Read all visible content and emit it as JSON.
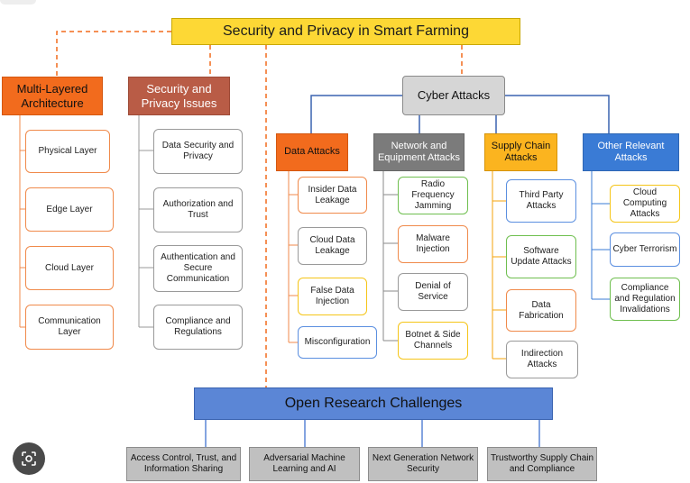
{
  "title": "Security and Privacy in Smart Farming",
  "multi_layered": {
    "header": "Multi-Layered Architecture",
    "items": [
      "Physical Layer",
      "Edge Layer",
      "Cloud Layer",
      "Communication Layer"
    ]
  },
  "security_privacy": {
    "header": "Security and Privacy Issues",
    "items": [
      "Data Security and Privacy",
      "Authorization and Trust",
      "Authentication and Secure Communication",
      "Compliance and Regulations"
    ]
  },
  "cyber_attacks": {
    "header": "Cyber Attacks",
    "data_attacks": {
      "header": "Data Attacks",
      "items": [
        "Insider Data Leakage",
        "Cloud Data Leakage",
        "False Data Injection",
        "Misconfiguration"
      ]
    },
    "network_attacks": {
      "header": "Network and Equipment Attacks",
      "items": [
        "Radio Frequency Jamming",
        "Malware Injection",
        "Denial of Service",
        "Botnet & Side Channels"
      ]
    },
    "supply_chain": {
      "header": "Supply Chain Attacks",
      "items": [
        "Third Party Attacks",
        "Software Update Attacks",
        "Data Fabrication",
        "Indirection Attacks"
      ]
    },
    "other": {
      "header": "Other Relevant Attacks",
      "items": [
        "Cloud Computing Attacks",
        "Cyber Terrorism",
        "Compliance and Regulation Invalidations"
      ]
    }
  },
  "research": {
    "header": "Open Research Challenges",
    "items": [
      "Access Control, Trust, and Information Sharing",
      "Adversarial Machine Learning and AI",
      "Next Generation Network Security",
      "Trustworthy Supply Chain and Compliance"
    ]
  },
  "colors": {
    "title_bg": "#fdd835",
    "orange": "#f26b1d",
    "brown": "#b95c46",
    "gray": "#d6d6d6",
    "dark_gray": "#7b7b7b",
    "yellow": "#fbb41f",
    "blue": "#3a7bd5",
    "research_blue": "#5b86d6",
    "bottom_gray": "#c0c0c0"
  },
  "icons": {
    "corner_lens": "lens-search-icon"
  }
}
